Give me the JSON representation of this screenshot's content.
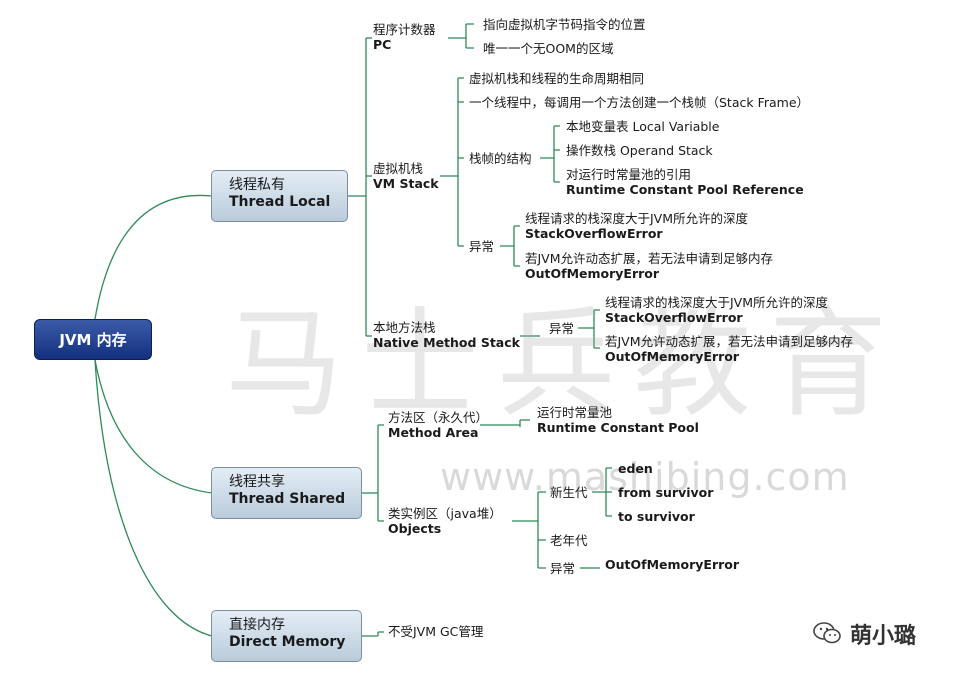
{
  "root": "JVM 内存",
  "branches": {
    "private": {
      "zh": "线程私有",
      "en": "Thread Local"
    },
    "shared": {
      "zh": "线程共享",
      "en": "Thread Shared"
    },
    "direct": {
      "zh": "直接内存",
      "en": "Direct Memory"
    }
  },
  "pc": {
    "zh": "程序计数器",
    "en": "PC",
    "items": [
      "指向虚拟机字节码指令的位置",
      "唯一一个无OOM的区域"
    ]
  },
  "vmstack": {
    "zh": "虚拟机栈",
    "en": "VM Stack",
    "lifecycle": "虚拟机栈和线程的生命周期相同",
    "frame_desc": "一个线程中，每调用一个方法创建一个栈帧（Stack Frame）",
    "frame_struct": "栈帧的结构",
    "struct_items": [
      "本地变量表 Local Variable",
      "操作数栈 Operand Stack"
    ],
    "rcp_zh": "对运行时常量池的引用",
    "rcp_en": "Runtime Constant Pool Reference",
    "exception": "异常",
    "ex1_zh": "线程请求的栈深度大于JVM所允许的深度",
    "ex1_en": "StackOverflowError",
    "ex2_zh": "若JVM允许动态扩展，若无法申请到足够内存",
    "ex2_en": "OutOfMemoryError"
  },
  "native": {
    "zh": "本地方法栈",
    "en": "Native Method Stack",
    "exception": "异常",
    "ex1_zh": "线程请求的栈深度大于JVM所允许的深度",
    "ex1_en": "StackOverflowError",
    "ex2_zh": "若JVM允许动态扩展，若无法申请到足够内存",
    "ex2_en": "OutOfMemoryError"
  },
  "method": {
    "zh": "方法区（永久代）",
    "en": "Method Area",
    "rcp_zh": "运行时常量池",
    "rcp_en": "Runtime Constant Pool"
  },
  "objects": {
    "zh": "类实例区（java堆）",
    "en": "Objects",
    "young": "新生代",
    "young_items": [
      "eden",
      "from survivor",
      "to survivor"
    ],
    "old": "老年代",
    "exception": "异常",
    "oom": "OutOfMemoryError"
  },
  "direct_note": "不受JVM GC管理",
  "watermark": {
    "big": "马士兵教育",
    "url": "www.mashibing.com",
    "tag": "萌小璐"
  },
  "colors": {
    "line": "#2e8b57",
    "root_bg": "#1e3a8a",
    "node_bg": "#c9d8e6"
  }
}
